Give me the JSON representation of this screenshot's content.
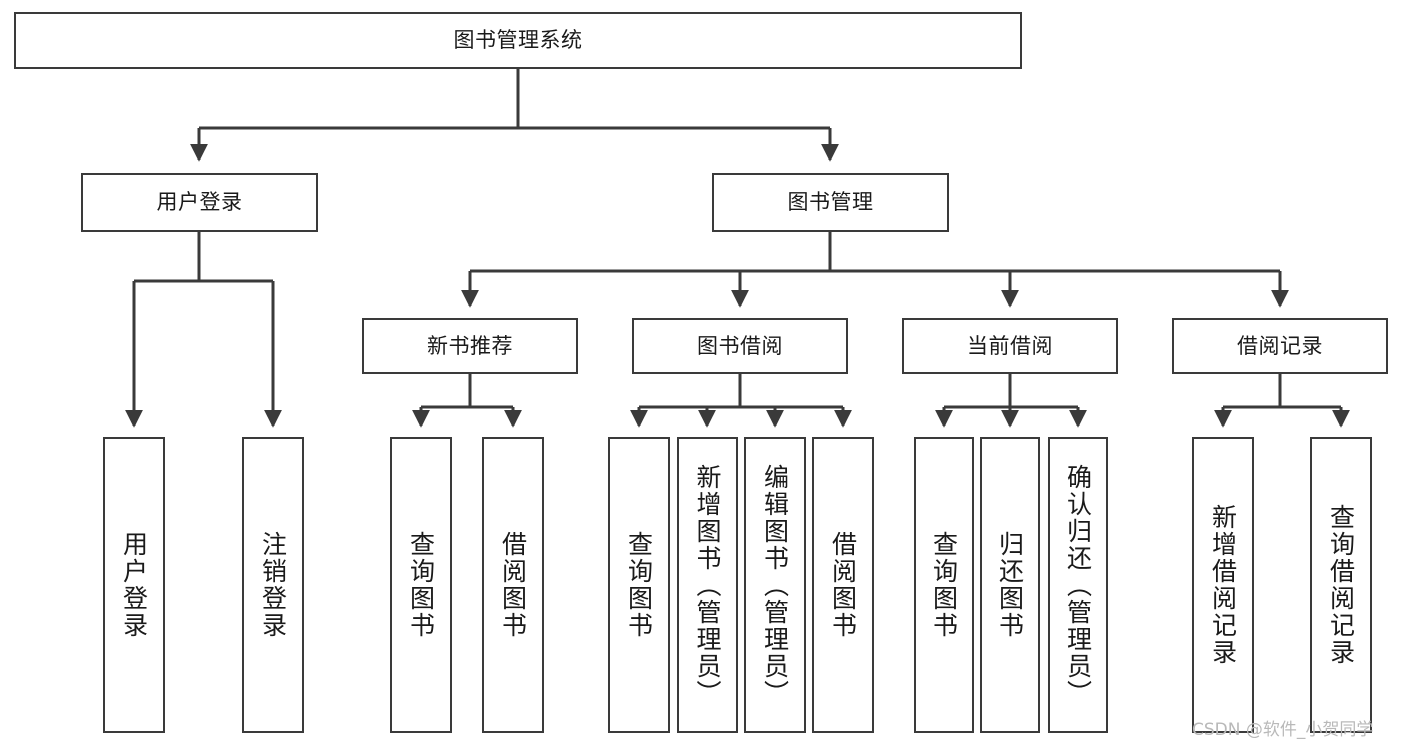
{
  "diagram": {
    "type": "tree-hierarchy",
    "title": "图书管理系统",
    "watermark": "CSDN @软件_小贺同学",
    "colors": {
      "box_border": "#3a3a3a",
      "box_fill": "#ffffff",
      "edge": "#3a3a3a",
      "text": "#1a1a1a",
      "watermark": "#b9b9b9",
      "background": "#ffffff"
    },
    "levels": {
      "level1": [
        "图书管理系统"
      ],
      "level2": [
        "用户登录",
        "图书管理"
      ],
      "level3": [
        "新书推荐",
        "图书借阅",
        "当前借阅",
        "借阅记录"
      ],
      "level4": [
        "用户登录",
        "注销登录",
        "查询图书",
        "借阅图书",
        "查询图书",
        "新增图书（管理员）",
        "编辑图书（管理员）",
        "借阅图书",
        "查询图书",
        "归还图书",
        "确认归还（管理员）",
        "新增借阅记录",
        "查询借阅记录"
      ]
    },
    "nodes": {
      "root": {
        "label": "图书管理系统"
      },
      "user_login": {
        "label": "用户登录"
      },
      "book_manage": {
        "label": "图书管理"
      },
      "new_book_rec": {
        "label": "新书推荐"
      },
      "book_borrow": {
        "label": "图书借阅"
      },
      "current_borrow": {
        "label": "当前借阅"
      },
      "borrow_record": {
        "label": "借阅记录"
      },
      "leaf_user_login": {
        "label": "用户登录"
      },
      "leaf_logout": {
        "label": "注销登录"
      },
      "leaf_query_book_1": {
        "label": "查询图书"
      },
      "leaf_borrow_book_1": {
        "label": "借阅图书"
      },
      "leaf_query_book_2": {
        "label": "查询图书"
      },
      "leaf_add_book_admin": {
        "label": "新增图书（管理员）"
      },
      "leaf_edit_book_admin": {
        "label": "编辑图书（管理员）"
      },
      "leaf_borrow_book_2": {
        "label": "借阅图书"
      },
      "leaf_query_book_3": {
        "label": "查询图书"
      },
      "leaf_return_book": {
        "label": "归还图书"
      },
      "leaf_confirm_return_admin": {
        "label": "确认归还（管理员）"
      },
      "leaf_add_borrow_record": {
        "label": "新增借阅记录"
      },
      "leaf_query_borrow_record": {
        "label": "查询借阅记录"
      }
    },
    "edges": [
      {
        "from": "图书管理系统",
        "to": "用户登录"
      },
      {
        "from": "图书管理系统",
        "to": "图书管理"
      },
      {
        "from": "用户登录",
        "to": "用户登录"
      },
      {
        "from": "用户登录",
        "to": "注销登录"
      },
      {
        "from": "图书管理",
        "to": "新书推荐"
      },
      {
        "from": "图书管理",
        "to": "图书借阅"
      },
      {
        "from": "图书管理",
        "to": "当前借阅"
      },
      {
        "from": "图书管理",
        "to": "借阅记录"
      },
      {
        "from": "新书推荐",
        "to": "查询图书"
      },
      {
        "from": "新书推荐",
        "to": "借阅图书"
      },
      {
        "from": "图书借阅",
        "to": "查询图书"
      },
      {
        "from": "图书借阅",
        "to": "新增图书（管理员）"
      },
      {
        "from": "图书借阅",
        "to": "编辑图书（管理员）"
      },
      {
        "from": "图书借阅",
        "to": "借阅图书"
      },
      {
        "from": "当前借阅",
        "to": "查询图书"
      },
      {
        "from": "当前借阅",
        "to": "归还图书"
      },
      {
        "from": "当前借阅",
        "to": "确认归还（管理员）"
      },
      {
        "from": "借阅记录",
        "to": "新增借阅记录"
      },
      {
        "from": "借阅记录",
        "to": "查询借阅记录"
      }
    ]
  }
}
